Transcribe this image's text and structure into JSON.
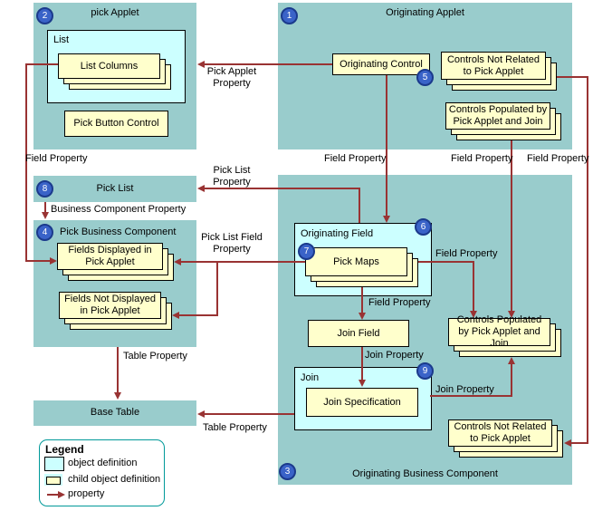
{
  "diagram": {
    "groups": {
      "pick_applet": {
        "badge": "2",
        "title": "pick Applet"
      },
      "originating_applet": {
        "badge": "1",
        "title": "Originating Applet"
      },
      "pick_list": {
        "badge": "8",
        "title": "Pick List"
      },
      "pick_business_component": {
        "badge": "4",
        "title": "Pick Business Component"
      },
      "originating_business_component": {
        "badge": "3",
        "title": "Originating Business Component"
      },
      "base_table": {
        "title": "Base Table"
      }
    },
    "containers": {
      "list": {
        "title": "List"
      },
      "originating_field": {
        "badge": "6",
        "title": "Originating Field"
      },
      "join": {
        "badge": "9",
        "title": "Join"
      }
    },
    "nodes": {
      "list_columns": {
        "label": "List Columns"
      },
      "pick_button_control": {
        "label": "Pick Button Control"
      },
      "originating_control": {
        "label": "Originating Control",
        "badge": "5"
      },
      "controls_not_related_top": {
        "label": "Controls Not Related to Pick Applet"
      },
      "controls_populated_top": {
        "label": "Controls Populated by Pick Applet and Join"
      },
      "fields_displayed": {
        "label": "Fields Displayed in Pick Applet"
      },
      "fields_not_displayed": {
        "label": "Fields Not Displayed in Pick Applet"
      },
      "pick_maps": {
        "label": "Pick Maps",
        "badge": "7"
      },
      "join_field": {
        "label": "Join Field"
      },
      "join_specification": {
        "label": "Join Specification"
      },
      "controls_populated_bottom": {
        "label": "Controls Populated by Pick Applet and Join"
      },
      "controls_not_related_bottom": {
        "label": "Controls Not Related to Pick Applet"
      }
    },
    "edge_labels": {
      "pick_applet_property": "Pick Applet Property",
      "field_property_left": "Field Property",
      "pick_list_property": "Pick List Property",
      "business_component_property": "Business Component Property",
      "pick_list_field_property": "Pick List Field Property",
      "field_property_orig_control": "Field Property",
      "field_property_controls_populated": "Field Property",
      "field_property_controls_not_related": "Field Property",
      "field_property_pick_maps_right": "Field Property",
      "field_property_pick_maps_below": "Field Property",
      "join_property_field": "Join Property",
      "join_property_join": "Join Property",
      "table_property_component": "Table Property",
      "table_property_join": "Table Property"
    },
    "legend": {
      "title": "Legend",
      "items": [
        {
          "label": "object definition"
        },
        {
          "label": "child object definition"
        },
        {
          "label": "property"
        }
      ]
    },
    "colors": {
      "group_bg": "#99CCCC",
      "object_bg": "#CCFFFF",
      "child_bg": "#FFFFCC",
      "arrow": "#993333",
      "badge_bg": "#3A63C8",
      "legend_border": "#009999"
    }
  }
}
